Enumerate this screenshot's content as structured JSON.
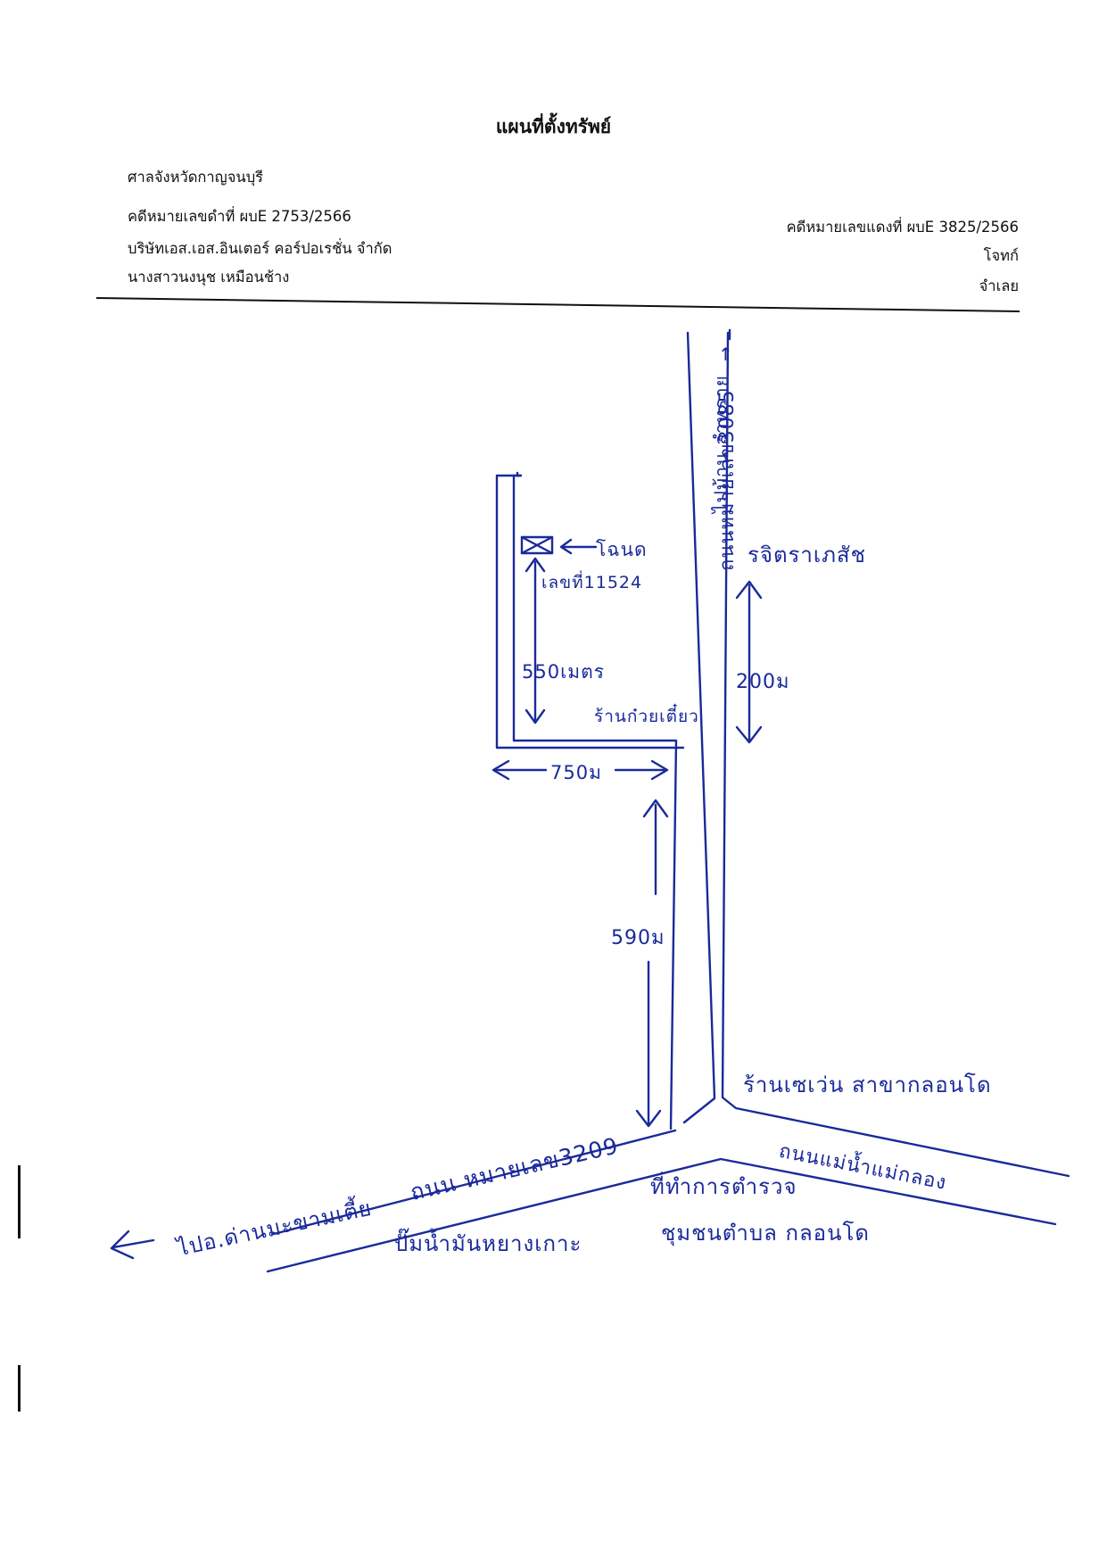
{
  "document": {
    "title": "แผนที่ตั้งทรัพย์"
  },
  "header": {
    "court": "ศาลจังหวัดกาญจนบุรี",
    "black_case": "คดีหมายเลขดำที่ ผบE 2753/2566",
    "plaintiff": "บริษัทเอส.เอส.อินเตอร์ คอร์ปอเรชั่น จำกัด",
    "defendant": "นางสาวนงนุช เหมือนช้าง",
    "red_case": "คดีหมายเลขแดงที่ ผบE 3825/2566",
    "plaintiff_role": "โจทก์",
    "defendant_role": "จำเลย"
  },
  "map": {
    "road_3085": "ถนนหมายเลข3085",
    "to_ban_lam_sai": "ไปบ้าน ลำทราย",
    "deed_label": "โฉนด",
    "deed_number": "เลขที่11524",
    "pharmacy": "รจิตราเภสัช",
    "dist_550": "550เมตร",
    "dist_200": "200ม",
    "noodle_shop": "ร้านก๋วยเตี๋ยว",
    "dist_750": "750ม",
    "dist_590": "590ม",
    "seven_eleven": "ร้านเซเว่น สาขากลอนโด",
    "road_3209": "ถนน หมายเลข3209",
    "to_nong_sam": "ไปอ.ด่านมะขามเตี้ย",
    "road_mae_nam": "ถนนแม่น้ำแม่กลอง",
    "police": "ที่ทำการตำรวจ",
    "police_2": "ชุมชนตำบล กลอนโด",
    "gas_station": "ปั๊มน้ำมันหยางเกาะ"
  },
  "colors": {
    "ink": "#1a2a9a",
    "print": "#111111"
  }
}
